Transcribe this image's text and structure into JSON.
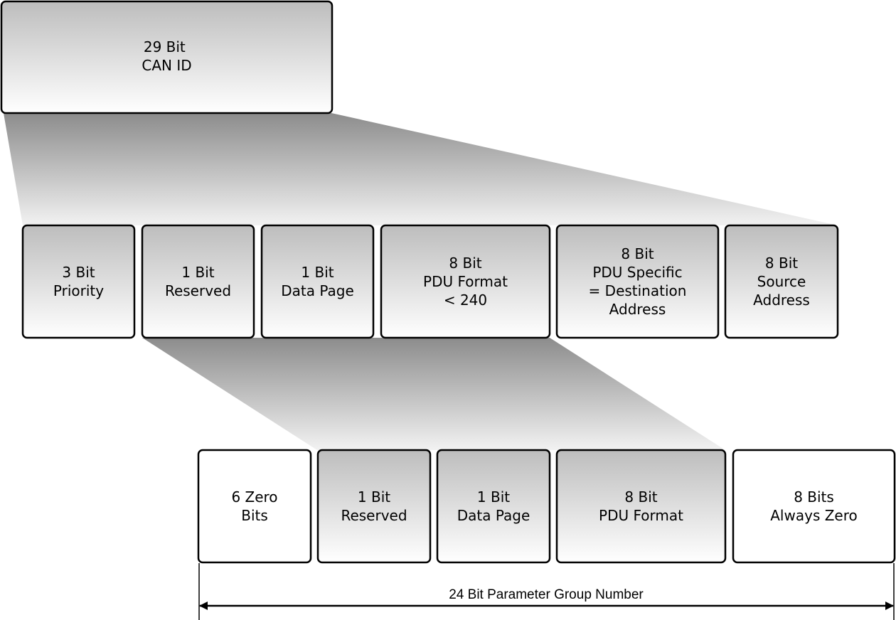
{
  "can_id_box": {
    "lines": [
      "29 Bit",
      "CAN ID"
    ]
  },
  "identifier_fields": [
    {
      "name": "priority",
      "lines": [
        "3 Bit",
        "Priority"
      ]
    },
    {
      "name": "reserved",
      "lines": [
        "1 Bit",
        "Reserved"
      ]
    },
    {
      "name": "data-page",
      "lines": [
        "1 Bit",
        "Data Page"
      ]
    },
    {
      "name": "pdu-format",
      "lines": [
        "8 Bit",
        "PDU Format",
        "< 240"
      ]
    },
    {
      "name": "pdu-specific",
      "lines": [
        "8 Bit",
        "PDU Specific",
        "= Destination",
        "Address"
      ]
    },
    {
      "name": "source-address",
      "lines": [
        "8 Bit",
        "Source",
        "Address"
      ]
    }
  ],
  "pgn_fields": [
    {
      "name": "zero-bits",
      "lines": [
        "6 Zero",
        "Bits"
      ],
      "style": "plain"
    },
    {
      "name": "reserved",
      "lines": [
        "1 Bit",
        "Reserved"
      ],
      "style": "gradient"
    },
    {
      "name": "data-page",
      "lines": [
        "1 Bit",
        "Data Page"
      ],
      "style": "gradient"
    },
    {
      "name": "pdu-format",
      "lines": [
        "8 Bit",
        "PDU Format"
      ],
      "style": "gradient"
    },
    {
      "name": "always-zero",
      "lines": [
        "8 Bits",
        "Always Zero"
      ],
      "style": "plain"
    }
  ],
  "pgn_dimension": {
    "label": "24 Bit Parameter Group Number"
  },
  "colors": {
    "box_gradient_top": "#bdbdbd",
    "box_gradient_bottom": "#ffffff",
    "fan_dark": "#8c8c8c",
    "fan_light": "#f2f2f2",
    "stroke": "#000000"
  }
}
